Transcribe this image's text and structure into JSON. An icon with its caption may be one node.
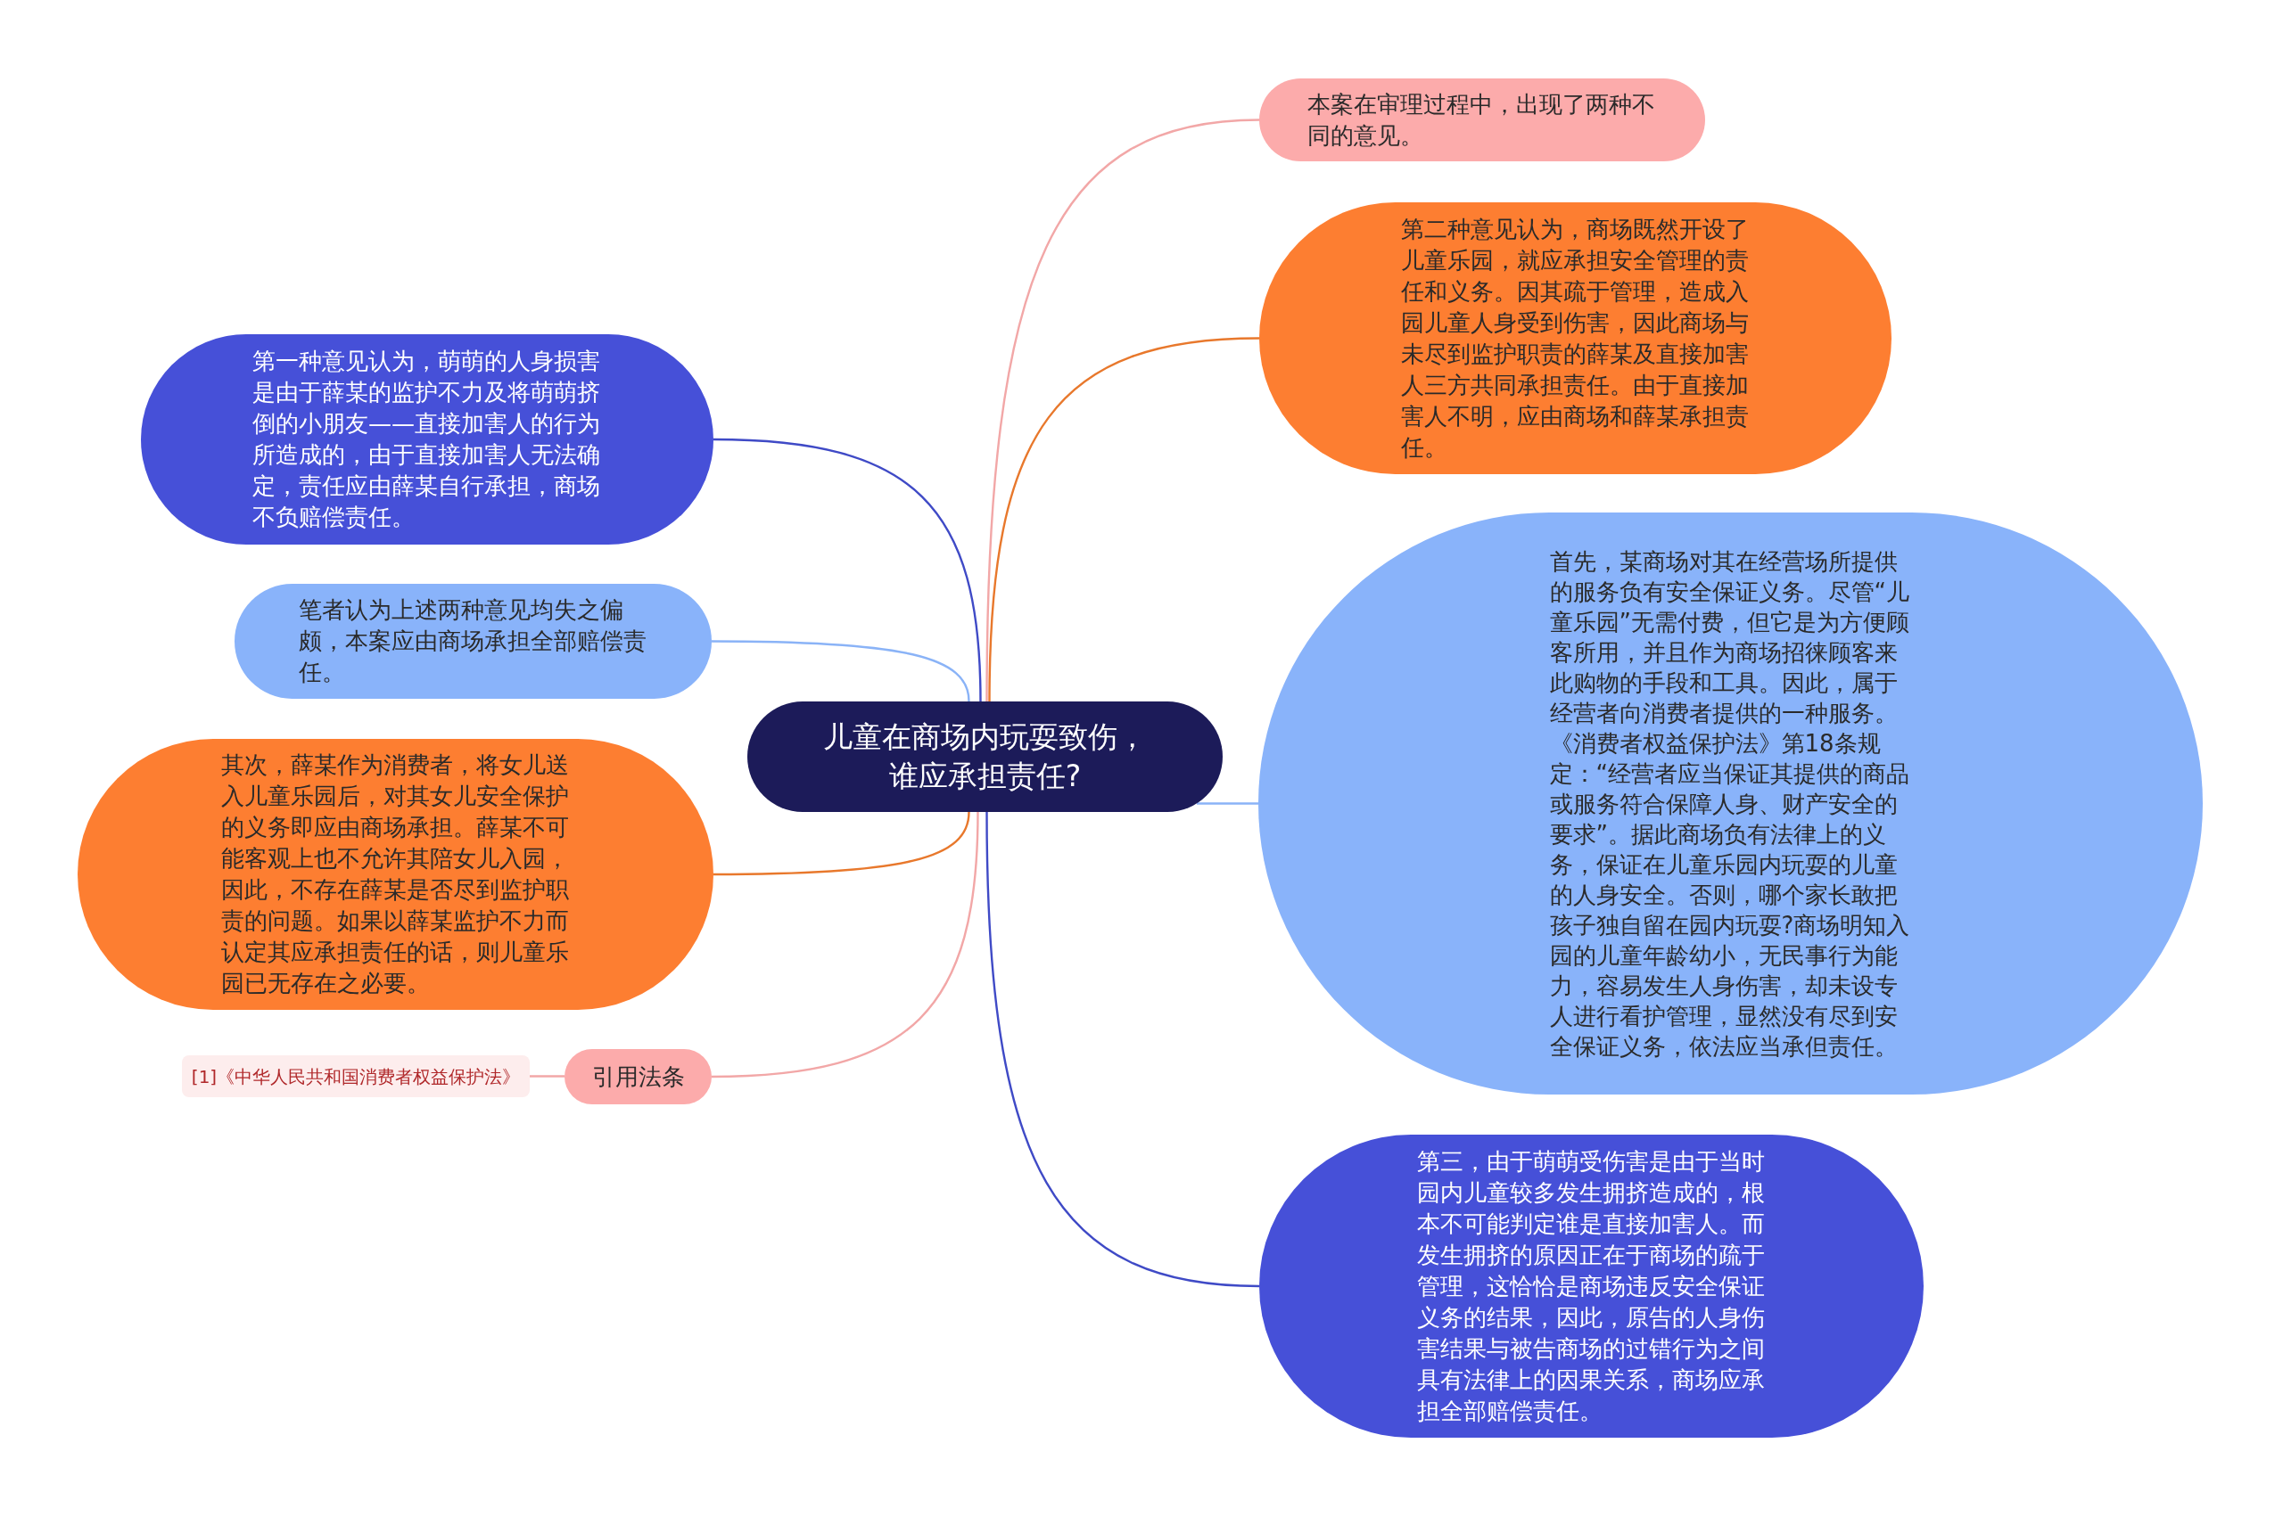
{
  "diagram": {
    "nodes": [
      {
        "text": [
          "儿童在商场内玩耍致伤，谁应承担责任?"
        ]
      },
      {
        "text": [
          "本案在审理过程中，出现了两种不同的意见。"
        ]
      },
      {
        "text": [
          "第二种意见认为，商场既然开设了儿童乐园，就应承担安全管理的责任和义务。因其疏于管理，造成入园儿童人身受到伤害，因此商场与未尽到监护职责的薛某及直接加害人三方共同承担责任。由于直接加害人不明，应由商场和薛某承担责任。"
        ]
      },
      {
        "text": [
          "首先，某商场对其在经营场所提供的服务负有安全保证义务。尽管“儿童乐园”无需付费，但它是为方便顾客所用，并且作为商场招徕顾客来此购物的手段和工具。因此，属于经营者向消费者提供的一种服务。《消费者权益保护法》第18条规定：“经营者应当保证其提供的商品或服务符合保障人身、财产安全的要求”。据此商场负有法律上的义务，保证在儿童乐园内玩耍的儿童的人身安全。否则，哪个家长敢把孩子独自留在园内玩耍?商场明知入园的儿童年龄幼小，无民事行为能力，容易发生人身伤害，却未设专人进行看护管理，显然没有尽到安全保证义务，依法应当承但责任。"
        ]
      },
      {
        "text": [
          "第三，由于萌萌受伤害是由于当时园内儿童较多发生拥挤造成的，根本不可能判定谁是直接加害人。而发生拥挤的原因正在于商场的疏于管理，这恰恰是商场违反安全保证义务的结果，因此，原告的人身伤害结果与被告商场的过错行为之间具有法律上的因果关系，商场应承担全部赔偿责任。"
        ]
      },
      {
        "text": [
          "第一种意见认为，萌萌的人身损害是由于薛某的监护不力及将萌萌挤倒的小朋友——直接加害人的行为所造成的，由于直接加害人无法确定，责任应由薛某自行承担，商场不负赔偿责任。"
        ]
      },
      {
        "text": [
          "笔者认为上述两种意见均失之偏颇，本案应由商场承担全部赔偿责任。"
        ]
      },
      {
        "text": [
          "其次，薛某作为消费者，将女儿送入儿童乐园后，对其女儿安全保护的义务即应由商场承担。薛某不可能客观上也不允许其陪女儿入园，因此，不存在薛某是否尽到监护职责的问题。如果以薛某监护不力而认定其应承担责任的话，则儿童乐园已无存在之必要。"
        ]
      },
      {
        "text": [
          "引用法条"
        ]
      },
      {
        "text": [
          "[1]《中华人民共和国消费者权益保护法》"
        ]
      }
    ],
    "edges": [
      {
        "from": 0,
        "to": 1,
        "arrow": "none",
        "color": "#f2a7a7"
      },
      {
        "from": 0,
        "to": 2,
        "arrow": "none",
        "color": "#e8782c"
      },
      {
        "from": 0,
        "to": 3,
        "arrow": "none",
        "color": "#8ab3f7"
      },
      {
        "from": 0,
        "to": 4,
        "arrow": "none",
        "color": "#3f4ac6"
      },
      {
        "from": 0,
        "to": 5,
        "arrow": "none",
        "color": "#3f4ac6"
      },
      {
        "from": 0,
        "to": 6,
        "arrow": "none",
        "color": "#8ab3f7"
      },
      {
        "from": 0,
        "to": 7,
        "arrow": "none",
        "color": "#e8782c"
      },
      {
        "from": 0,
        "to": 8,
        "arrow": "none",
        "color": "#f2a7a7"
      },
      {
        "from": 8,
        "to": 9,
        "arrow": "none",
        "color": "#f2a7a7"
      }
    ]
  }
}
